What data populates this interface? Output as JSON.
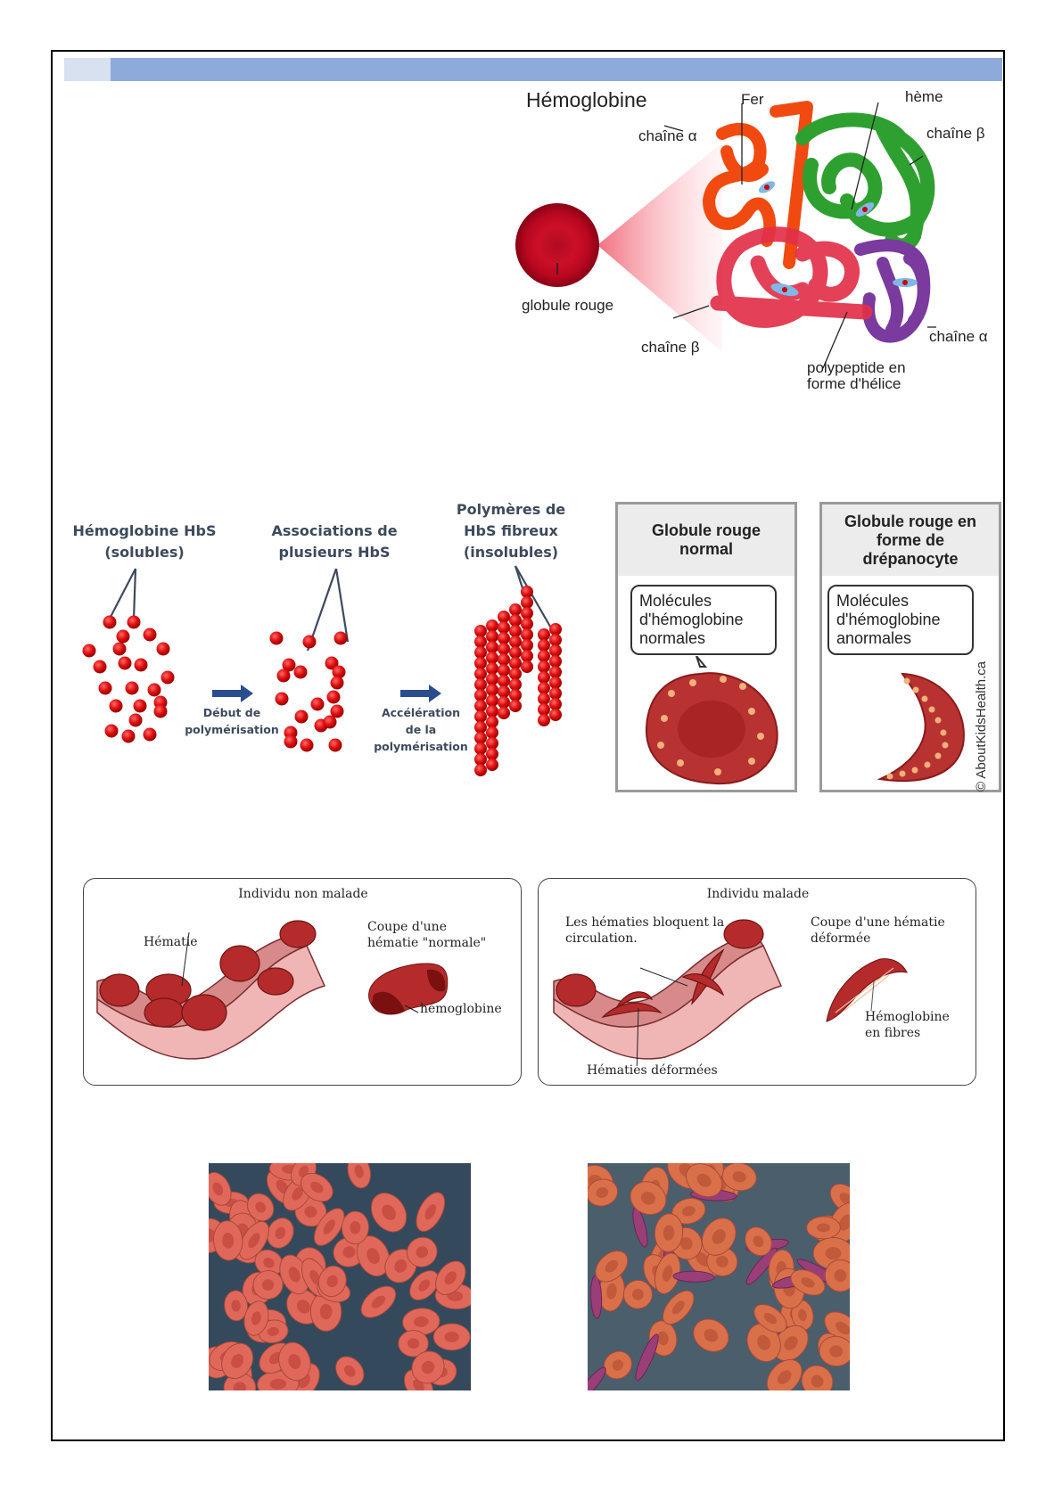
{
  "header": {
    "accent_color": "#8eaada",
    "light_color": "#d8e1f0"
  },
  "hemoglobin_figure": {
    "title": "Hémoglobine",
    "labels": {
      "fer": "Fer",
      "heme": "hème",
      "chain_alpha_top": "chaîne α",
      "chain_beta_top": "chaîne β",
      "globule": "globule rouge",
      "chain_beta_bottom": "chaîne β",
      "chain_alpha_bottom": "chaîne α",
      "polypeptide_line1": "polypeptide en",
      "polypeptide_line2": "forme d'hélice"
    }
  },
  "polymerisation": {
    "stage1_line1": "Hémoglobine HbS",
    "stage1_line2": "(solubles)",
    "stage2_line1": "Associations de",
    "stage2_line2": "plusieurs HbS",
    "stage3_line1": "Polymères de",
    "stage3_line2": "HbS fibreux",
    "stage3_line3": "(insolubles)",
    "arrow1_line1": "Début de",
    "arrow1_line2": "polymérisation",
    "arrow2_line1": "Accélération",
    "arrow2_line2": "de la",
    "arrow2_line3": "polymérisation",
    "arrow_color": "#2a4d8f",
    "molecule_color": "#e01010"
  },
  "cell_comparison": {
    "normal": {
      "title_line1": "Globule rouge",
      "title_line2": "normal",
      "bubble_line1": "Molécules",
      "bubble_line2": "d'hémoglobine",
      "bubble_line3": "normales"
    },
    "sickle": {
      "title_line1": "Globule rouge en",
      "title_line2": "forme de",
      "title_line3": "drépanocyte",
      "bubble_line1": "Molécules",
      "bubble_line2": "d'hémoglobine",
      "bubble_line3": "anormales"
    },
    "copyright": "© AboutKidsHealth.ca"
  },
  "vessels": {
    "healthy": {
      "title": "Individu non malade",
      "hematie": "Hématie",
      "coupe_line1": "Coupe d'une",
      "coupe_line2": "hématie \"normale\"",
      "hemoglobine": "hémoglobine"
    },
    "sick": {
      "title": "Individu malade",
      "block_line1": "Les hématies bloquent la",
      "block_line2": "circulation.",
      "coupe_line1": "Coupe d'une hématie",
      "coupe_line2": "déformée",
      "fibres_line1": "Hémoglobine",
      "fibres_line2": "en fibres",
      "deformed": "Hématies déformées"
    }
  }
}
